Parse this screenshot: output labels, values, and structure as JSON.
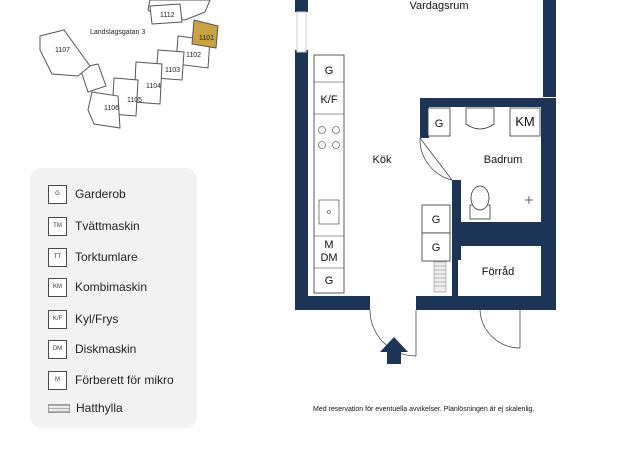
{
  "site_map": {
    "street": "Landslagsgatan 3",
    "units": [
      "1112",
      "1101",
      "1102",
      "1103",
      "1104",
      "1105",
      "1106",
      "1107"
    ],
    "highlighted_unit": "1101",
    "highlight_color": "#c9a341"
  },
  "floorplan": {
    "wall_color": "#1c3556",
    "rooms": {
      "living": "Vardagsrum",
      "kitchen": "Kök",
      "bathroom": "Badrum",
      "storage": "Förråd"
    },
    "kitchen_labels": [
      "G",
      "K/F",
      "M",
      "DM",
      "G"
    ],
    "bath_labels": [
      "G",
      "KM"
    ],
    "hall_labels": [
      "G",
      "G"
    ]
  },
  "legend": {
    "items": [
      {
        "code": "G",
        "label": "Garderob"
      },
      {
        "code": "TM",
        "label": "Tvättmaskin"
      },
      {
        "code": "TT",
        "label": "Torktumlare"
      },
      {
        "code": "KM",
        "label": "Kombimaskin"
      },
      {
        "code": "K/F",
        "label": "Kyl/Frys"
      },
      {
        "code": "DM",
        "label": "Diskmaskin"
      },
      {
        "code": "M",
        "label": "Förberett för mikro"
      }
    ],
    "hatthylla": "Hatthylla"
  },
  "disclaimer": "Med reservation för eventuella avvikelser. Planlösningen är ej skalenlig."
}
